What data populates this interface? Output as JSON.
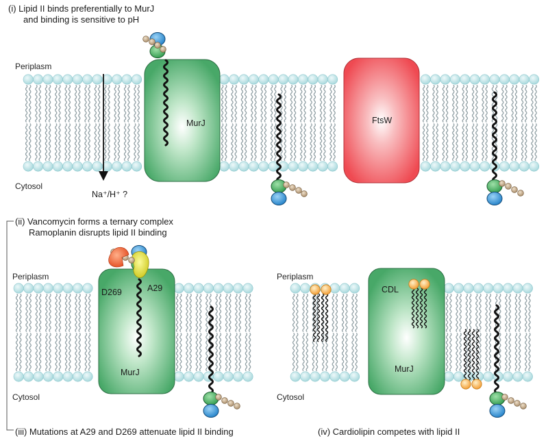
{
  "panel_i": {
    "caption_line1": "(i)  Lipid II binds preferentially to MurJ",
    "caption_line2": "and binding is sensitive to pH",
    "periplasm": "Periplasm",
    "cytosol": "Cytosol",
    "murj": "MurJ",
    "ftsw": "FtsW",
    "ion_label": "Na⁺/H⁺ ?"
  },
  "panel_ii": {
    "caption_line1": "(ii) Vancomycin forms a ternary complex",
    "caption_line2": "Ramoplanin disrupts lipid II binding",
    "periplasm": "Periplasm",
    "cytosol": "Cytosol",
    "murj": "MurJ",
    "residue_left": "D269",
    "residue_right": "A29",
    "caption_iii": "(iii) Mutations at A29 and D269 attenuate lipid II binding"
  },
  "panel_iv": {
    "periplasm": "Periplasm",
    "cytosol": "Cytosol",
    "murj": "MurJ",
    "cdl": "CDL",
    "caption": "(iv) Cardiolipin competes with lipid II"
  },
  "colors": {
    "lipid_head": "#bfe3e6",
    "lipid_tail": "#8f9ea3",
    "murj_green": "#48a868",
    "ftsw_red": "#ef4a52",
    "glcnac_green": "#3fae5a",
    "murnac_blue": "#2f8fd6",
    "peptide_tan": "#bfa584",
    "vancomycin_yellow": "#e6e21e",
    "ramoplanin_orange": "#ec5a2a",
    "cardiolipin_orange": "#f7a844"
  }
}
